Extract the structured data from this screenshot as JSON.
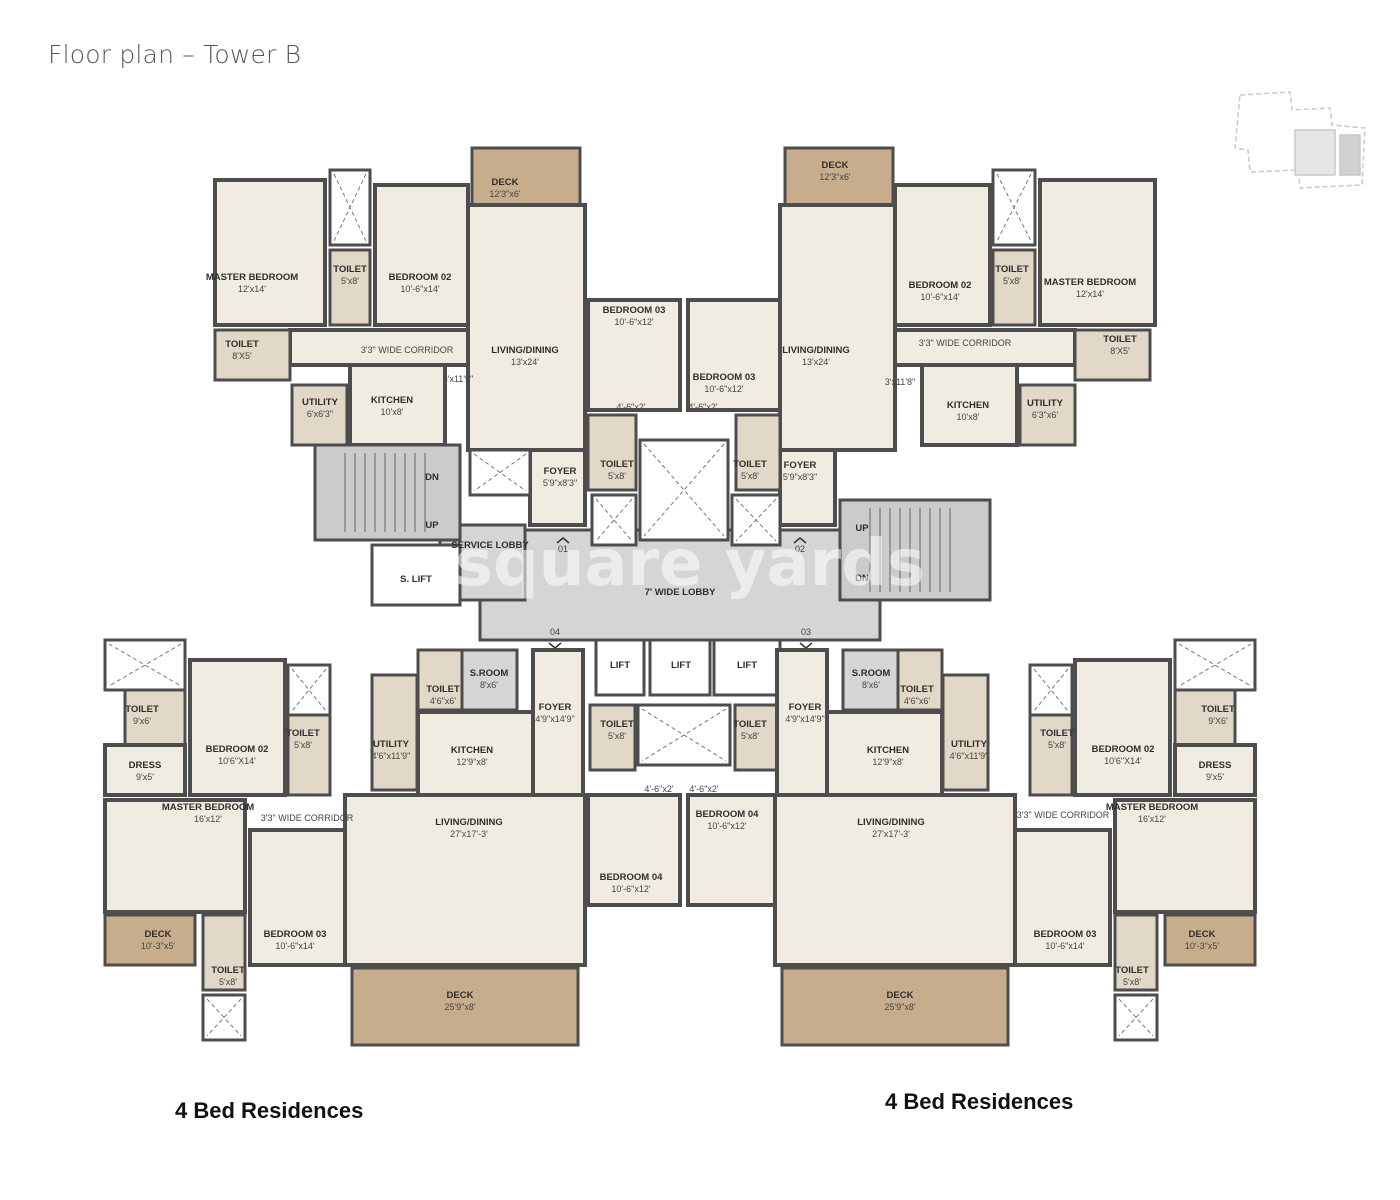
{
  "title": "Floor plan – Tower B",
  "captions": [
    "4 Bed Residences",
    "4 Bed Residences"
  ],
  "watermark": "square yards",
  "colors": {
    "wall": "#4d4d4d",
    "floor": "#f1ece1",
    "wet": "#e2d8c7",
    "deck": "#c8ad8c",
    "lobby": "#d5d5d5",
    "stair": "#cbcbcb"
  },
  "units": {
    "top_left": {
      "rooms": [
        {
          "name": "MASTER BEDROOM",
          "size": "12'x14'"
        },
        {
          "name": "TOILET",
          "size": "5'x8'"
        },
        {
          "name": "BEDROOM 02",
          "size": "10'-6\"x14'"
        },
        {
          "name": "DECK",
          "size": "12'3\"x6'"
        },
        {
          "name": "LIVING/DINING",
          "size": "13'x24'"
        },
        {
          "name": "TOILET",
          "size": "8'X5'"
        },
        {
          "name": "UTILITY",
          "size": "6'x6'3\""
        },
        {
          "name": "KITCHEN",
          "size": "10'x8'"
        },
        {
          "name": "FOYER",
          "size": "5'9\"x8'3\""
        }
      ],
      "corridor": "3'3\" WIDE CORRIDOR",
      "dimension": "3'x11'9\""
    },
    "top_right": {
      "rooms": [
        {
          "name": "DECK",
          "size": "12'3\"x6'"
        },
        {
          "name": "LIVING/DINING",
          "size": "13'x24'"
        },
        {
          "name": "BEDROOM 02",
          "size": "10'-6\"x14'"
        },
        {
          "name": "TOILET",
          "size": "5'x8'"
        },
        {
          "name": "MASTER BEDROOM",
          "size": "12'x14'"
        },
        {
          "name": "TOILET",
          "size": "8'X5'"
        },
        {
          "name": "KITCHEN",
          "size": "10'x8'"
        },
        {
          "name": "UTILITY",
          "size": "6'3\"x6'"
        },
        {
          "name": "FOYER",
          "size": "5'9\"x8'3\""
        }
      ],
      "corridor": "3'3\" WIDE CORRIDOR",
      "dimension": "3'x11'8\""
    },
    "bottom_left": {
      "rooms": [
        {
          "name": "TOILET",
          "size": "9'x6'"
        },
        {
          "name": "DRESS",
          "size": "9'x5'"
        },
        {
          "name": "BEDROOM 02",
          "size": "10'6\"X14'"
        },
        {
          "name": "TOILET",
          "size": "5'x8'"
        },
        {
          "name": "UTILITY",
          "size": "4'6\"x11'9\""
        },
        {
          "name": "TOILET",
          "size": "4'6\"x6'"
        },
        {
          "name": "S.ROOM",
          "size": "8'x6'"
        },
        {
          "name": "KITCHEN",
          "size": "12'9\"x8'"
        },
        {
          "name": "FOYER",
          "size": "4'9\"x14'9\""
        },
        {
          "name": "MASTER BEDROOM",
          "size": "16'x12'"
        },
        {
          "name": "BEDROOM 03",
          "size": "10'-6\"x14'"
        },
        {
          "name": "LIVING/DINING",
          "size": "27'x17'-3'"
        },
        {
          "name": "DECK",
          "size": "10'-3\"x5'"
        },
        {
          "name": "TOILET",
          "size": "5'x8'"
        },
        {
          "name": "DECK",
          "size": "25'9\"x8'"
        }
      ],
      "corridor": "3'3\" WIDE CORRIDOR"
    },
    "bottom_right": {
      "rooms": [
        {
          "name": "TOILET",
          "size": "9'X6'"
        },
        {
          "name": "DRESS",
          "size": "9'x5'"
        },
        {
          "name": "BEDROOM 02",
          "size": "10'6\"X14'"
        },
        {
          "name": "TOILET",
          "size": "5'x8'"
        },
        {
          "name": "UTILITY",
          "size": "4'6\"x11'9\""
        },
        {
          "name": "TOILET",
          "size": "4'6\"x6'"
        },
        {
          "name": "S.ROOM",
          "size": "8'x6'"
        },
        {
          "name": "KITCHEN",
          "size": "12'9\"x8'"
        },
        {
          "name": "FOYER",
          "size": "4'9\"x14'9\""
        },
        {
          "name": "MASTER BEDROOM",
          "size": "16'x12'"
        },
        {
          "name": "BEDROOM 03",
          "size": "10'-6\"x14'"
        },
        {
          "name": "LIVING/DINING",
          "size": "27'x17'-3'"
        },
        {
          "name": "DECK",
          "size": "10'-3\"x5'"
        },
        {
          "name": "TOILET",
          "size": "5'x8'"
        },
        {
          "name": "DECK",
          "size": "25'9\"x8'"
        }
      ],
      "corridor": "3'3\" WIDE CORRIDOR"
    }
  },
  "core": {
    "rooms": [
      {
        "name": "BEDROOM 03",
        "size": "10'-6\"x12'"
      },
      {
        "name": "BEDROOM 03",
        "size": "10'-6\"x12'"
      },
      {
        "name": "TOILET",
        "size": "5'x8'"
      },
      {
        "name": "TOILET",
        "size": "5'x8'"
      },
      {
        "name": "BEDROOM 04",
        "size": "10'-6\"x12'"
      },
      {
        "name": "BEDROOM 04",
        "size": "10'-6\"x12'"
      },
      {
        "name": "TOILET",
        "size": "5'x8'"
      },
      {
        "name": "TOILET",
        "size": "5'x8'"
      }
    ],
    "ledges": [
      "4'-6\"x2'",
      "4'-6\"x2'",
      "4'-6\"x2'",
      "4'-6\"x2'"
    ],
    "stairs": {
      "dn": "DN",
      "up": "UP"
    },
    "service_lobby": "SERVICE LOBBY",
    "service_lift": "S. LIFT",
    "lobby": "7' WIDE LOBBY",
    "lifts": [
      "LIFT",
      "LIFT",
      "LIFT"
    ],
    "door_numbers": [
      "01",
      "02",
      "03",
      "04"
    ]
  }
}
